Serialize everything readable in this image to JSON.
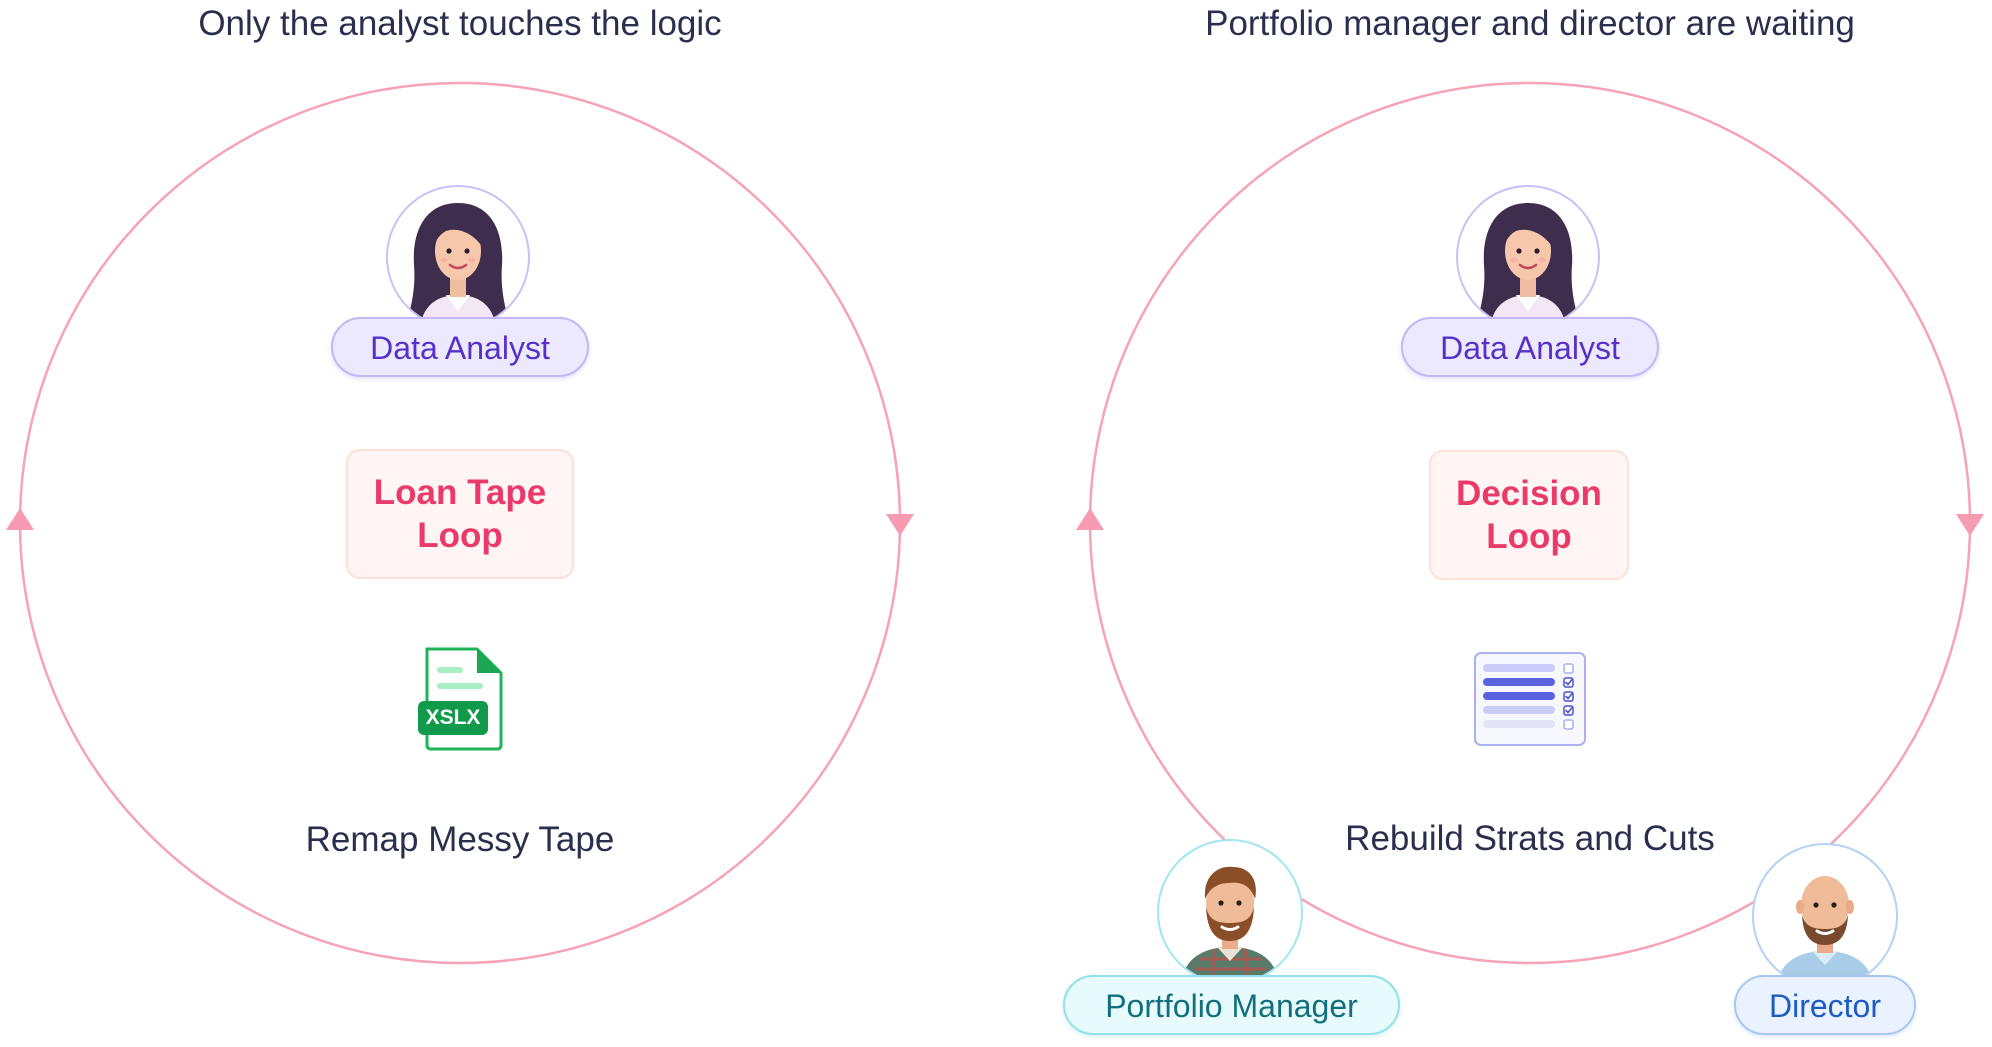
{
  "panels": [
    {
      "title": "Only the analyst touches the logic",
      "analyst_label": "Data Analyst",
      "loop_line1": "Loan Tape",
      "loop_line2": "Loop",
      "file_badge": "XSLX",
      "step_label": "Remap Messy Tape"
    },
    {
      "title": "Portfolio manager and director are waiting",
      "analyst_label": "Data Analyst",
      "loop_line1": "Decision",
      "loop_line2": "Loop",
      "step_label": "Rebuild Strats and Cuts",
      "pm_label": "Portfolio Manager",
      "director_label": "Director"
    }
  ],
  "icons": {
    "left_avatar": "female-analyst-avatar",
    "left_file": "spreadsheet-file-icon",
    "right_avatar": "female-analyst-avatar",
    "right_file": "checklist-report-icon",
    "pm_avatar": "bearded-man-avatar",
    "director_avatar": "bald-man-avatar"
  },
  "colors": {
    "loop_stroke": "#f5a3b5",
    "arrow": "#f79bb2",
    "loop_text": "#ea3a6a",
    "analyst_pill": "#5630c9",
    "pm_pill": "#12707e",
    "director_pill": "#1d5cc4",
    "title_text": "#2b2f4e"
  }
}
